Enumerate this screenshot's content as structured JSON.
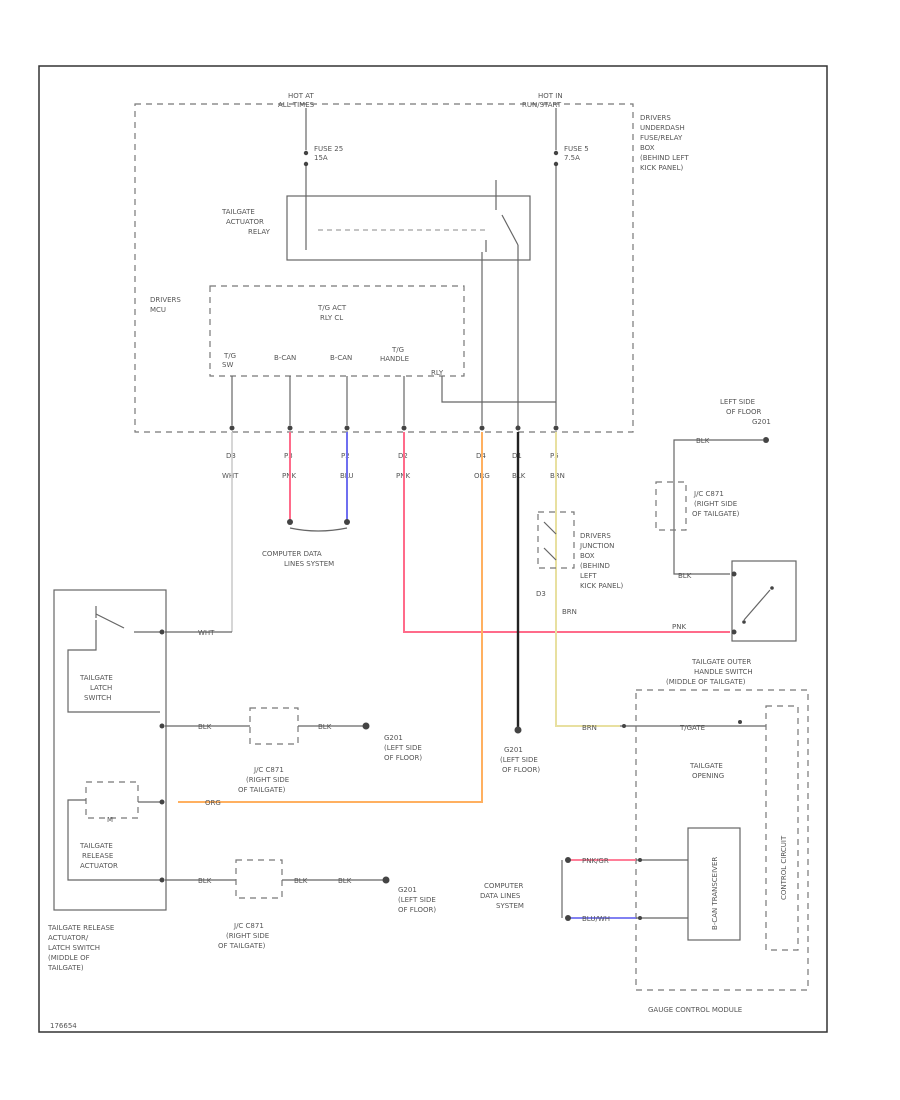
{
  "frame": {
    "footer_code": "176654"
  },
  "power": {
    "hot_left": [
      "HOT AT",
      "ALL TIMES"
    ],
    "hot_right": [
      "HOT IN",
      "RUN/START"
    ],
    "fuse_left": [
      "FUSE 25",
      "15A"
    ],
    "fuse_right": [
      "FUSE 5",
      "7.5A"
    ],
    "fuse_box": [
      "DRIVERS",
      "UNDERDASH",
      "FUSE/RELAY",
      "BOX",
      "(BEHIND LEFT",
      "KICK PANEL)"
    ]
  },
  "relay": {
    "label": [
      "TAILGATE",
      "ACTUATOR",
      "RELAY"
    ]
  },
  "mcu": {
    "label": [
      "DRIVERS",
      "MCU"
    ],
    "inner_label": [
      "T/G ACT",
      "RLY CL"
    ],
    "pin_tg": [
      "T/G",
      "SW"
    ],
    "pin_bcan1": "B-CAN",
    "pin_bcan2": "B-CAN",
    "pin_tg_handle": [
      "T/G",
      "HANDLE"
    ],
    "pin_rly": "RLY"
  },
  "pins": [
    {
      "num": "D3",
      "color": "WHT"
    },
    {
      "num": "P3",
      "color": "PNK"
    },
    {
      "num": "P2",
      "color": "BLU"
    },
    {
      "num": "D2",
      "color": "PNK"
    },
    {
      "num": "D4",
      "color": "ORG"
    },
    {
      "num": "D1",
      "color": "BLK"
    },
    {
      "num": "P5",
      "color": "BRN"
    }
  ],
  "labels": {
    "comp_data": [
      "COMPUTER DATA",
      "LINES SYSTEM"
    ],
    "drivers_jb": [
      "DRIVERS",
      "JUNCTION",
      "BOX",
      "(BEHIND",
      "LEFT",
      "KICK PANEL)"
    ],
    "jb_pin": "D3",
    "jb_wire": "BRN",
    "left_floor_g201": [
      "LEFT SIDE",
      "OF FLOOR",
      "G201"
    ],
    "jc_right_top": [
      "J/C C871",
      "(RIGHT SIDE",
      "OF TAILGATE)"
    ],
    "blk_upper": "BLK",
    "blk_mid": "BLK",
    "outer_handle_switch": [
      "TAILGATE OUTER",
      "HANDLE SWITCH",
      "(MIDDLE OF TAILGATE)"
    ],
    "pnk_wire": "PNK",
    "latch_switch": [
      "TAILGATE",
      "LATCH",
      "SWITCH"
    ],
    "wht_wire": "WHT",
    "blk_latch": "BLK",
    "blk_latch2": "BLK",
    "g201_latch": [
      "G201",
      "(LEFT SIDE",
      "OF FLOOR)"
    ],
    "jc_latch": [
      "J/C C871",
      "(RIGHT SIDE",
      "OF TAILGATE)"
    ],
    "org_wire": "ORG",
    "release_actuator": [
      "TAILGATE",
      "RELEASE",
      "ACTUATOR"
    ],
    "m_label": "M",
    "blk_release": "BLK",
    "blk_release2": "BLK",
    "blk_release3": "BLK",
    "g201_release": [
      "G201",
      "(LEFT SIDE",
      "OF FLOOR)"
    ],
    "jc_release": [
      "J/C C871",
      "(RIGHT SIDE",
      "OF TAILGATE)"
    ],
    "release_group": [
      "TAILGATE RELEASE",
      "ACTUATOR/",
      "LATCH SWITCH",
      "(MIDDLE OF",
      "TAILGATE)"
    ],
    "g201_center": [
      "G201",
      "(LEFT SIDE",
      "OF FLOOR)"
    ],
    "brn_lower": "BRN",
    "tgate_signal": "T/GATE",
    "tailgate_opening": [
      "TAILGATE",
      "OPENING"
    ],
    "control_circuit": "CONTROL CIRCUIT",
    "bcan_module": "B-CAN TRANSCEIVER",
    "comp_data_lower": [
      "COMPUTER",
      "DATA LINES",
      "SYSTEM"
    ],
    "pnk_gr": "PNK/GR",
    "blu_wh": "BLU/WH",
    "gauge_module": "GAUGE CONTROL MODULE"
  },
  "colors": {
    "pink": "#ff6b8a",
    "blue": "#6f6ff0",
    "orange": "#ffb060",
    "yellow": "#e8e0a0",
    "black": "#222222",
    "white_wire": "#cccccc"
  }
}
